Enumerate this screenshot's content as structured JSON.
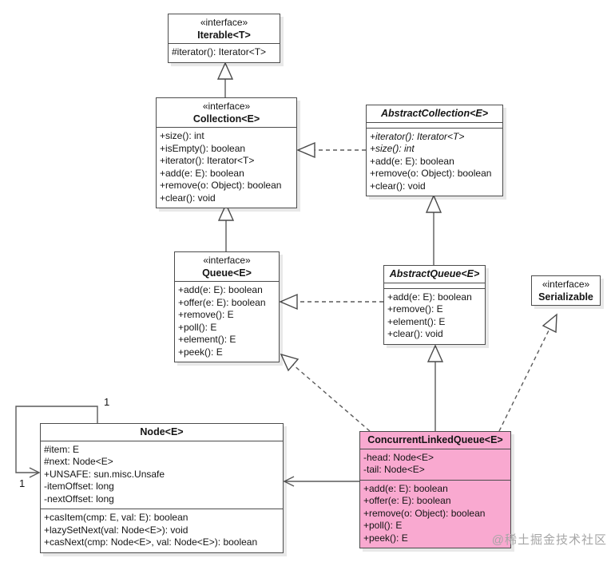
{
  "colors": {
    "highlight": "#f9a9d0",
    "border": "#4c4c4c",
    "line": "#5a5a5a",
    "background": "#ffffff",
    "watermark": "#a6a6a6"
  },
  "watermark": "@稀土掘金技术社区",
  "labels": {
    "multiplicity_top": "1",
    "multiplicity_left": "1"
  },
  "classes": {
    "iterable": {
      "stereotype": "«interface»",
      "name": "Iterable<T>",
      "methods": [
        "#iterator(): Iterator<T>"
      ]
    },
    "collection": {
      "stereotype": "«interface»",
      "name": "Collection<E>",
      "methods": [
        "+size(): int",
        "+isEmpty(): boolean",
        "+iterator(): Iterator<T>",
        "+add(e: E): boolean",
        "+remove(o: Object): boolean",
        "+clear(): void"
      ]
    },
    "abstract_collection": {
      "name": "AbstractCollection<E>",
      "attributes": [],
      "methods": [
        {
          "text": "+iterator(): Iterator<T>",
          "italic": true
        },
        {
          "text": "+size(): int",
          "italic": true
        },
        "+add(e: E): boolean",
        "+remove(o: Object): boolean",
        "+clear(): void"
      ]
    },
    "queue": {
      "stereotype": "«interface»",
      "name": "Queue<E>",
      "methods": [
        "+add(e: E): boolean",
        "+offer(e: E): boolean",
        "+remove(): E",
        "+poll(): E",
        "+element(): E",
        "+peek(): E"
      ]
    },
    "abstract_queue": {
      "name": "AbstractQueue<E>",
      "attributes": [],
      "methods": [
        "+add(e: E): boolean",
        "+remove(): E",
        "+element(): E",
        "+clear(): void"
      ]
    },
    "serializable": {
      "stereotype": "«interface»",
      "name": "Serializable"
    },
    "node": {
      "name": "Node<E>",
      "attributes": [
        "#item: E",
        "#next: Node<E>",
        "+UNSAFE: sun.misc.Unsafe",
        "-itemOffset: long",
        "-nextOffset: long"
      ],
      "methods": [
        "+casItem(cmp: E, val: E): boolean",
        "+lazySetNext(val: Node<E>): void",
        "+casNext(cmp: Node<E>, val: Node<E>): boolean"
      ]
    },
    "concurrent_linked_queue": {
      "name": "ConcurrentLinkedQueue<E>",
      "attributes": [
        "-head: Node<E>",
        "-tail: Node<E>"
      ],
      "methods": [
        "+add(e: E): boolean",
        "+offer(e: E): boolean",
        "+remove(o: Object): boolean",
        "+poll(): E",
        "+peek(): E"
      ]
    }
  }
}
